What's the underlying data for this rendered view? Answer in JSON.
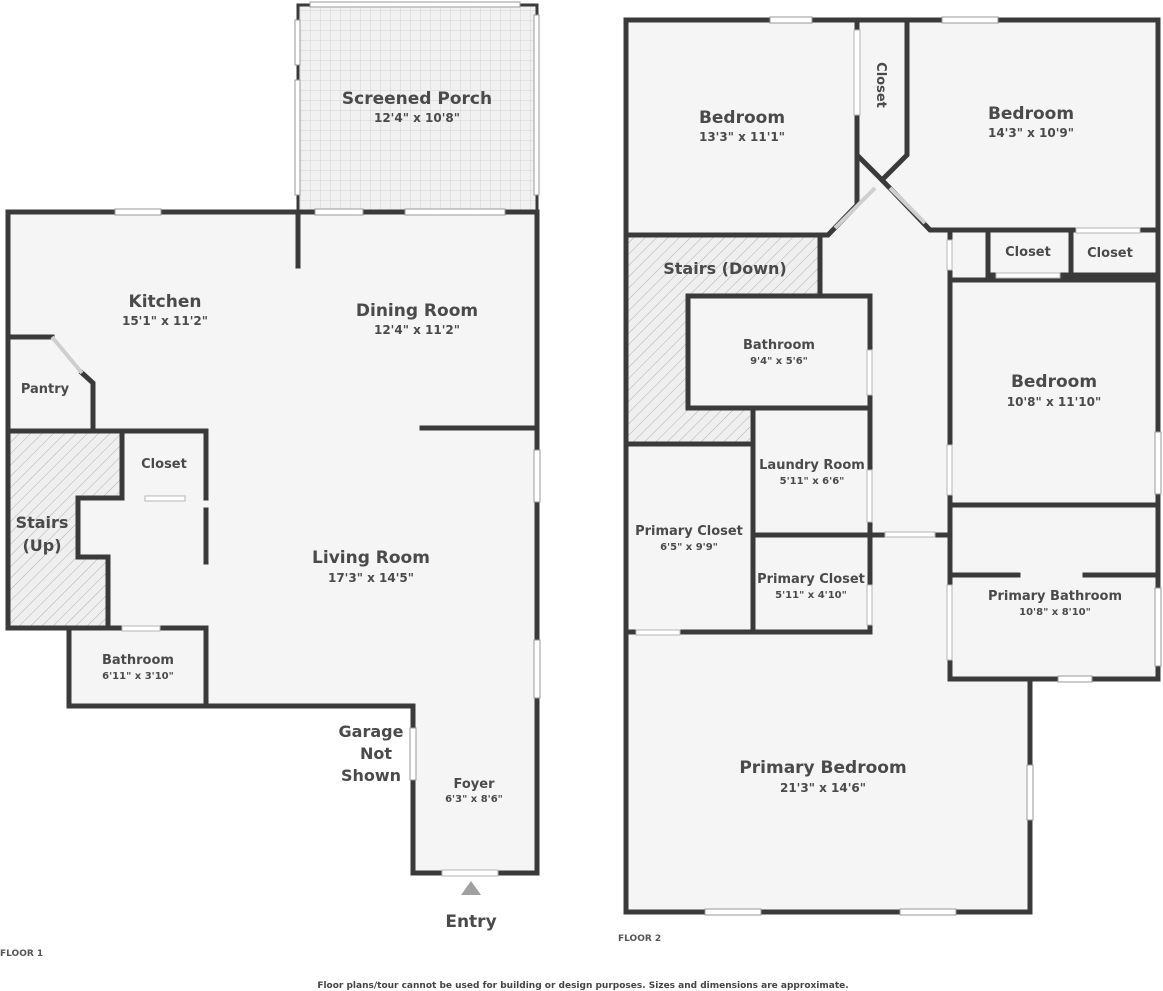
{
  "floor1": {
    "label": "FLOOR 1",
    "rooms": {
      "screened_porch": {
        "name": "Screened Porch",
        "dim": "12'4\" x 10'8\""
      },
      "kitchen": {
        "name": "Kitchen",
        "dim": "15'1\" x 11'2\""
      },
      "dining_room": {
        "name": "Dining Room",
        "dim": "12'4\" x 11'2\""
      },
      "pantry": {
        "name": "Pantry"
      },
      "closet": {
        "name": "Closet"
      },
      "stairs_up": {
        "line1": "Stairs",
        "line2": "(Up)"
      },
      "living_room": {
        "name": "Living Room",
        "dim": "17'3\" x 14'5\""
      },
      "bathroom": {
        "name": "Bathroom",
        "dim": "6'11\" x 3'10\""
      },
      "garage": {
        "line1": "Garage",
        "line2": "Not",
        "line3": "Shown"
      },
      "foyer": {
        "name": "Foyer",
        "dim": "6'3\" x 8'6\""
      },
      "entry": {
        "name": "Entry"
      }
    }
  },
  "floor2": {
    "label": "FLOOR 2",
    "rooms": {
      "bedroom_nw": {
        "name": "Bedroom",
        "dim": "13'3\" x 11'1\""
      },
      "closet_top": {
        "name": "Closet"
      },
      "bedroom_ne": {
        "name": "Bedroom",
        "dim": "14'3\" x 10'9\""
      },
      "stairs_down": {
        "name": "Stairs (Down)"
      },
      "closet_a": {
        "name": "Closet"
      },
      "closet_b": {
        "name": "Closet"
      },
      "bathroom": {
        "name": "Bathroom",
        "dim": "9'4\" x 5'6\""
      },
      "bedroom_e": {
        "name": "Bedroom",
        "dim": "10'8\" x 11'10\""
      },
      "laundry": {
        "name": "Laundry Room",
        "dim": "5'11\" x 6'6\""
      },
      "primary_closet_1": {
        "name": "Primary Closet",
        "dim": "6'5\" x 9'9\""
      },
      "primary_closet_2": {
        "name": "Primary Closet",
        "dim": "5'11\" x 4'10\""
      },
      "primary_bathroom": {
        "name": "Primary Bathroom",
        "dim": "10'8\" x 8'10\""
      },
      "primary_bedroom": {
        "name": "Primary Bedroom",
        "dim": "21'3\" x 14'6\""
      }
    }
  },
  "disclaimer": "Floor plans/tour cannot be used for building or design purposes. Sizes and dimensions are approximate.",
  "colors": {
    "floor": "#f5f5f5",
    "wall": "#3a3a3a",
    "text": "#4a4a4a",
    "porch": "#e8e8e8"
  }
}
